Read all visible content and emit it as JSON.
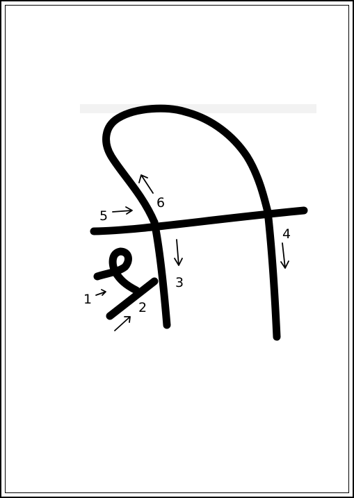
{
  "diagram": {
    "stroke_labels": {
      "s1": "1",
      "s2": "2",
      "s3": "3",
      "s4": "4",
      "s5": "5",
      "s6": "6"
    },
    "ink_color": "#000000",
    "background_color": "#ffffff"
  }
}
